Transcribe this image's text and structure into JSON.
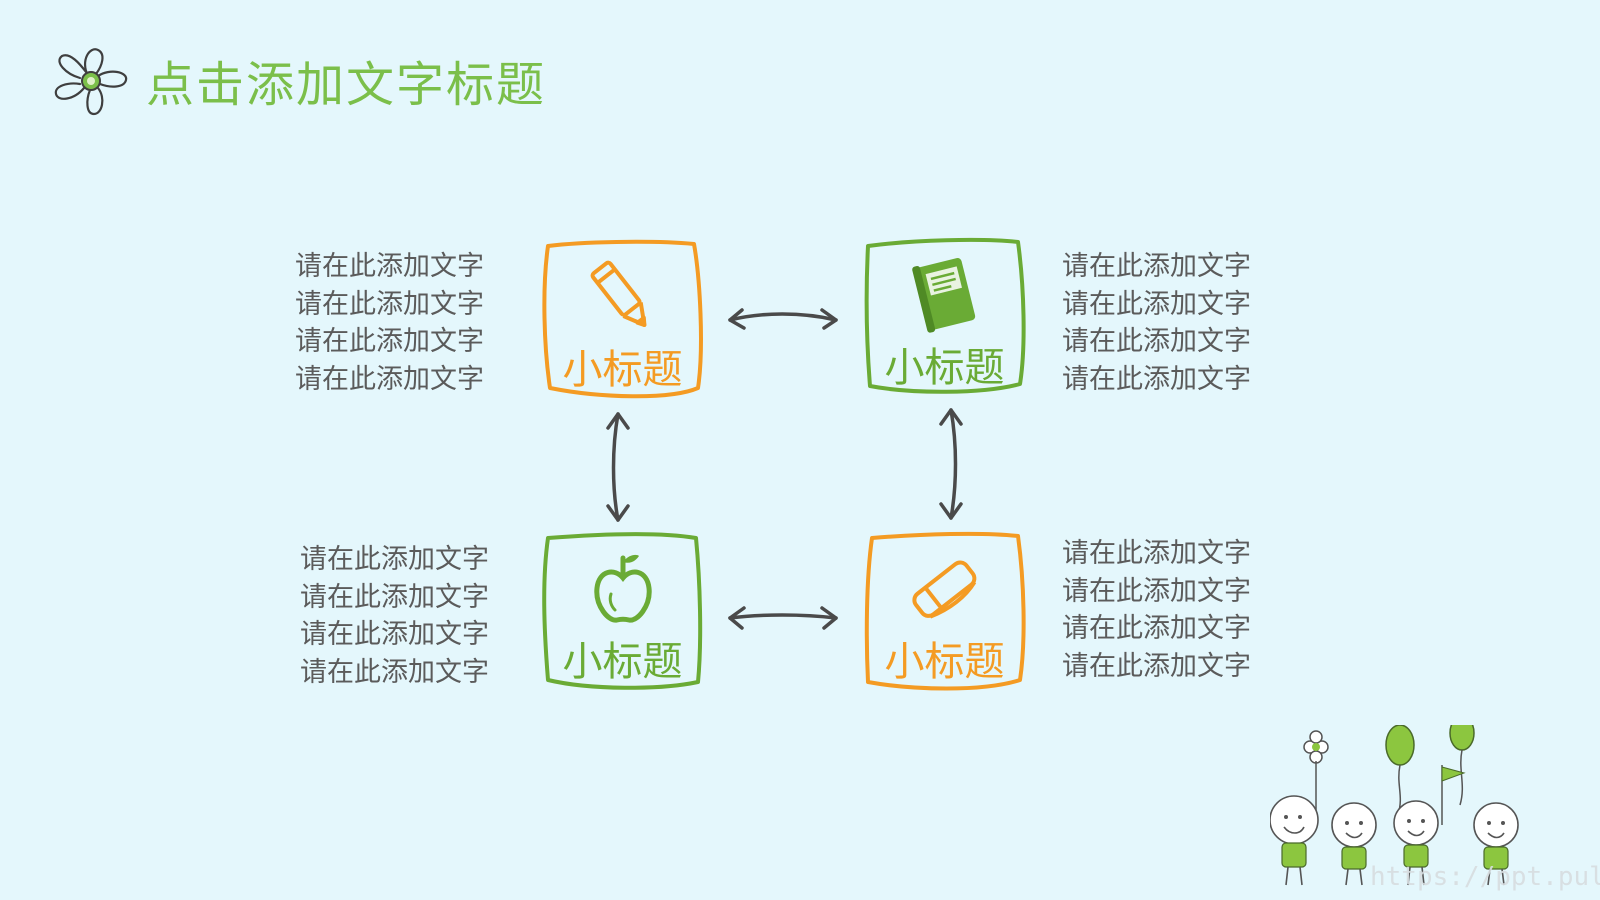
{
  "title": "点击添加文字标题",
  "cards": [
    {
      "label": "小标题",
      "color": "#f49b23",
      "icon": "pencil-icon"
    },
    {
      "label": "小标题",
      "color": "#6aab35",
      "icon": "book-icon"
    },
    {
      "label": "小标题",
      "color": "#6aab35",
      "icon": "apple-icon"
    },
    {
      "label": "小标题",
      "color": "#f49b23",
      "icon": "eraser-icon"
    }
  ],
  "text_blocks": [
    {
      "lines": [
        "请在此添加文字",
        "请在此添加文字",
        "请在此添加文字",
        "请在此添加文字"
      ]
    },
    {
      "lines": [
        "请在此添加文字",
        "请在此添加文字",
        "请在此添加文字",
        "请在此添加文字"
      ]
    },
    {
      "lines": [
        "请在此添加文字",
        "请在此添加文字",
        "请在此添加文字",
        "请在此添加文字"
      ]
    },
    {
      "lines": [
        "请在此添加文字",
        "请在此添加文字",
        "请在此添加文字",
        "请在此添加文字"
      ]
    }
  ],
  "watermark": "https://ppt.pull.de",
  "colors": {
    "background": "#e4f7fc",
    "green": "#6aab35",
    "orange": "#f49b23",
    "text": "#5b5b5b",
    "arrow": "#4a4a4a"
  }
}
